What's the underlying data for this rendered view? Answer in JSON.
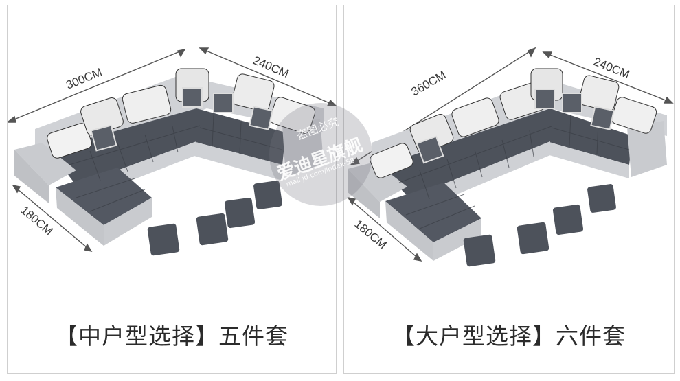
{
  "left": {
    "dim_long": "300CM",
    "dim_right": "240CM",
    "dim_chaise": "180CM",
    "caption": "【中户型选择】五件套"
  },
  "right": {
    "dim_long": "360CM",
    "dim_right": "240CM",
    "dim_chaise": "180CM",
    "caption": "【大户型选择】六件套"
  },
  "watermark": {
    "line1": "盗图必究",
    "line2": "爱迪星旗舰",
    "line3": "mall.jd.com/index-58"
  },
  "colors": {
    "fabric": "#4a4f58",
    "frame": "#c9cbcf",
    "caption": "#2b2b2b"
  }
}
